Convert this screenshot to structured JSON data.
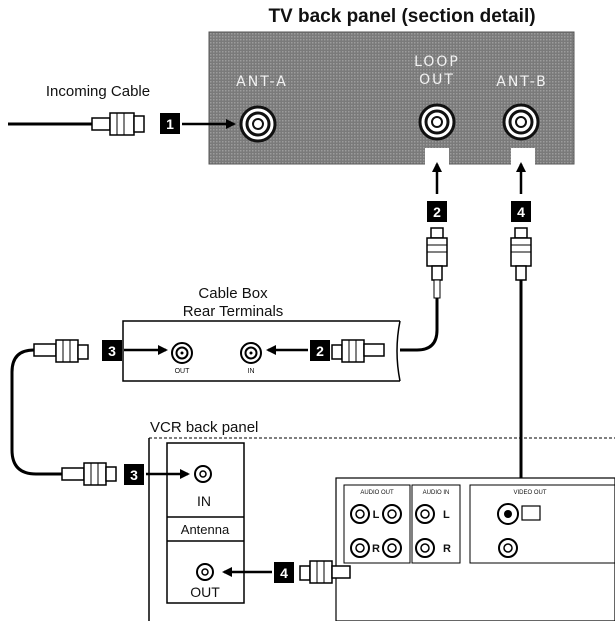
{
  "tv_panel": {
    "title": "TV back panel (section detail)",
    "jack_labels": {
      "ant_a": "ANT-A",
      "loop_out_1": "LOOP",
      "loop_out_2": "OUT",
      "ant_b": "ANT-B"
    }
  },
  "incoming_cable": "Incoming Cable",
  "cable_box": {
    "title_line1": "Cable Box",
    "title_line2": "Rear Terminals",
    "out_label": "OUT",
    "in_label": "IN"
  },
  "vcr": {
    "title": "VCR back panel",
    "in_label": "IN",
    "antenna_label": "Antenna",
    "out_label": "OUT",
    "audio_out_label": "AUDIO OUT",
    "audio_in_label": "AUDIO IN",
    "video_out_label": "VIDEO OUT",
    "jack_l": "L",
    "jack_r": "R"
  },
  "steps": {
    "s1": "1",
    "s2": "2",
    "s3": "3",
    "s4": "4"
  }
}
